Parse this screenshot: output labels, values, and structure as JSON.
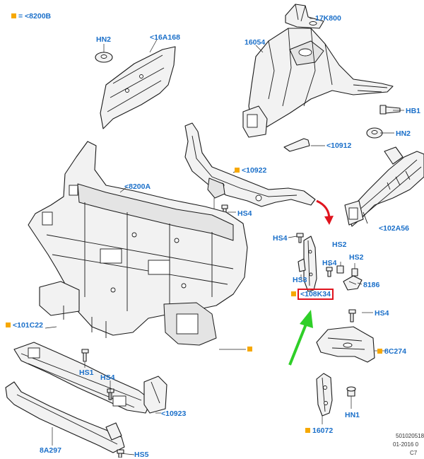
{
  "legend": {
    "equals_label": "= <8200B"
  },
  "labels": {
    "p17K800": "17K800",
    "p16054": "16054",
    "pHN2_top": "HN2",
    "p16A168": "<16A168",
    "pHB1": "HB1",
    "pHN2_right": "HN2",
    "p10912": "<10912",
    "p10922": "<10922",
    "p8200A": "<8200A",
    "pHS4_mid": "HS4",
    "p102A56": "<102A56",
    "pHS4_upper": "HS4",
    "pHS2_a": "HS2",
    "pHS2_b": "HS2",
    "pHS3": "HS3",
    "pHS4_small": "HS4",
    "p8186": "8186",
    "p108K34": "<108K34",
    "p101C22": "<101C22",
    "pHS4_right": "HS4",
    "p8C274": "8C274",
    "pHS1": "HS1",
    "pHS4_low": "HS4",
    "p10923": "<10923",
    "pHN1": "HN1",
    "p8A297": "8A297",
    "p16072": "16072",
    "pHS5": "HS5"
  },
  "footer": {
    "line1": "501020518",
    "line2": "01-2016 0",
    "line3": "C7"
  },
  "colors": {
    "label": "#1a6fc9",
    "marker": "#f6a800",
    "highlight_box": "#e0141e",
    "red_arrow": "#e0141e",
    "green_arrow": "#2fcf28"
  }
}
